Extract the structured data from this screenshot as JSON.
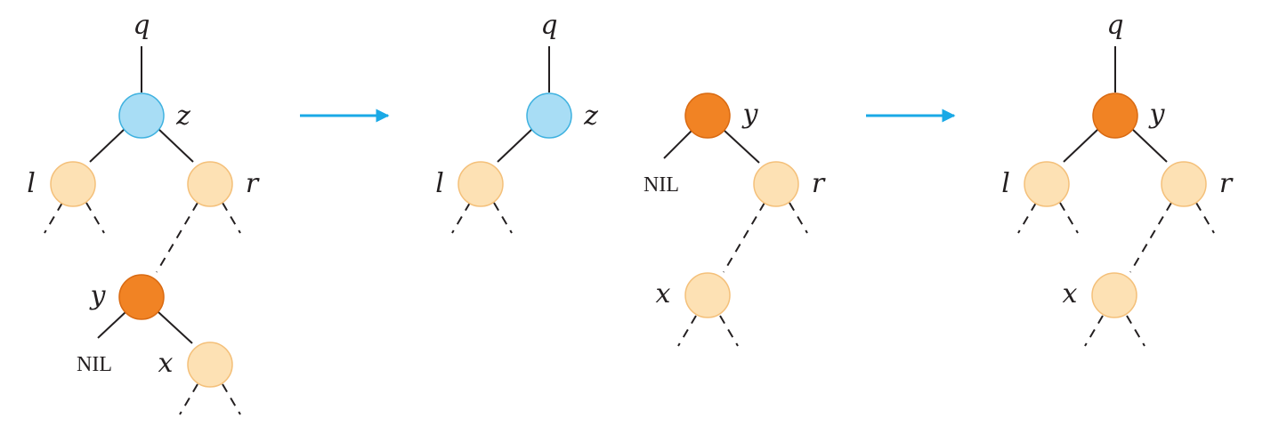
{
  "colors": {
    "node_blue_fill": "#a8ddf5",
    "node_blue_stroke": "#3fb2e0",
    "node_orange_fill": "#f18324",
    "node_orange_stroke": "#d96a12",
    "node_light_fill": "#fde1b4",
    "node_light_stroke": "#f4c07a",
    "arrow": "#1aa9e6",
    "line": "#231f20"
  },
  "labels": {
    "q": "q",
    "z": "z",
    "y": "y",
    "l": "l",
    "r": "r",
    "x": "x",
    "nil": "NIL"
  }
}
